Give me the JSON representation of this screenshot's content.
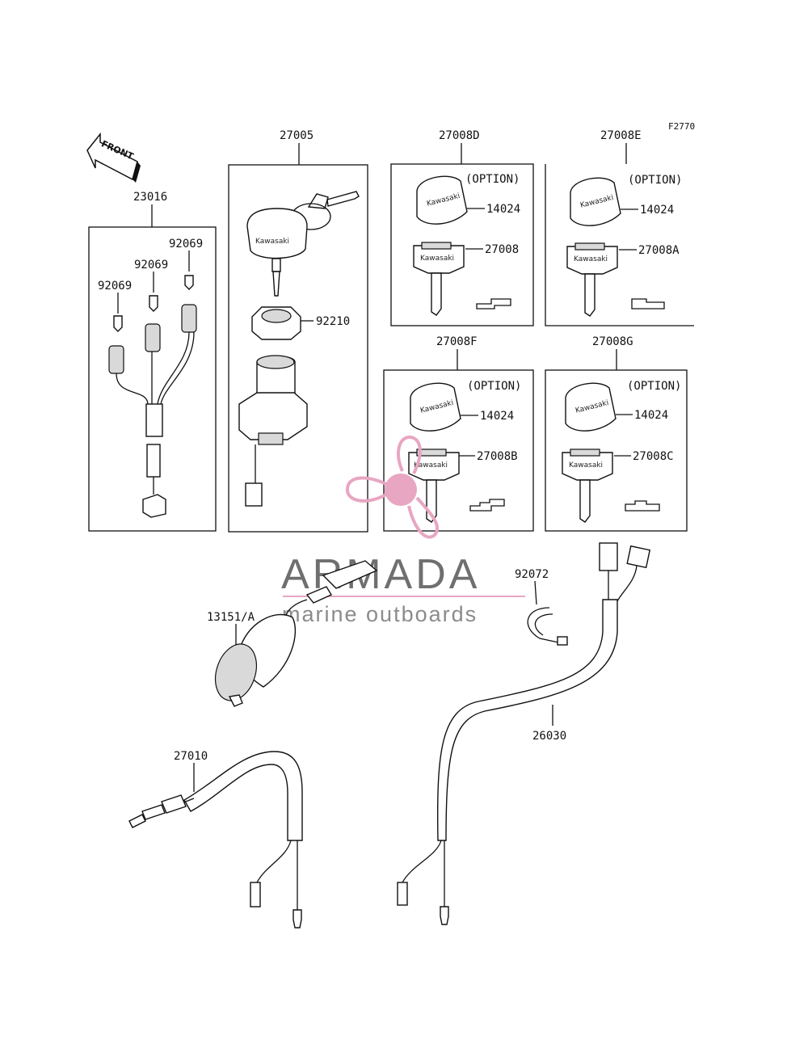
{
  "labels": {
    "ref": "F2770",
    "front": "FRONT",
    "p23016": "23016",
    "p92069a": "92069",
    "p92069b": "92069",
    "p92069c": "92069",
    "p27005": "27005",
    "p92210": "92210",
    "p27008D": "27008D",
    "p27008E": "27008E",
    "p27008F": "27008F",
    "p27008G": "27008G",
    "opt1": "(OPTION)",
    "opt2": "(OPTION)",
    "opt3": "(OPTION)",
    "opt4": "(OPTION)",
    "p14024a": "14024",
    "p14024b": "14024",
    "p14024c": "14024",
    "p14024d": "14024",
    "p27008": "27008",
    "p27008A": "27008A",
    "p27008B": "27008B",
    "p27008C": "27008C",
    "p92072": "92072",
    "p13151": "13151/A",
    "p26030": "26030",
    "p27010": "27010"
  },
  "key_brand": "Kawasaki",
  "watermark": {
    "name": "ARMADA",
    "tagline": "marine outboards",
    "logo_color": "#e8a6c2",
    "text_color": "#6f6f6f"
  }
}
